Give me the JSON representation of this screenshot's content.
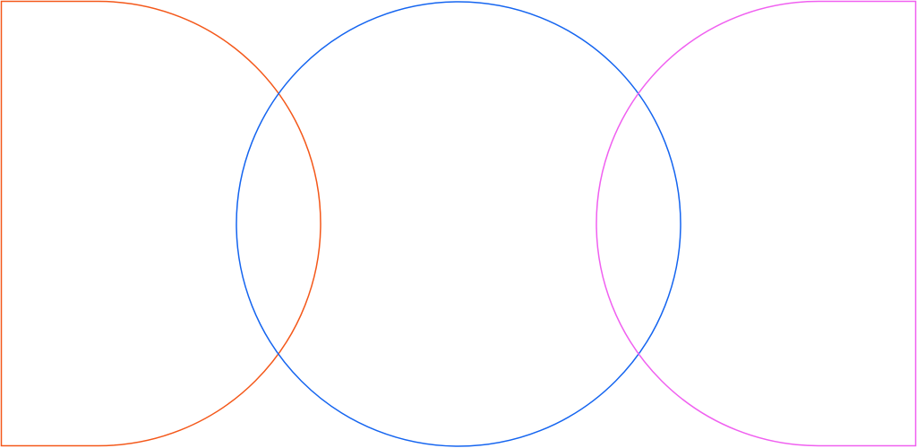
{
  "shapes": {
    "left_shape": {
      "kind": "rounded-right-rectangle",
      "stroke": "#f4581a"
    },
    "center_circle": {
      "kind": "circle",
      "stroke": "#1565f0"
    },
    "right_shape": {
      "kind": "rounded-left-rectangle",
      "stroke": "#f060f0"
    }
  }
}
